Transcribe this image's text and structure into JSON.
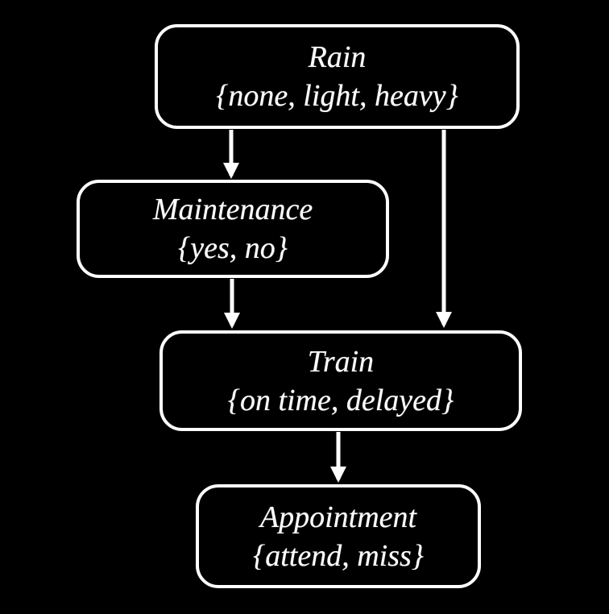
{
  "diagram": {
    "type": "bayesian-network",
    "colors": {
      "background": "#000000",
      "node_border": "#ffffff",
      "node_text": "#ffffff",
      "arrow": "#ffffff"
    },
    "nodes": [
      {
        "id": "rain",
        "name": "Rain",
        "values": "{none, light, heavy}"
      },
      {
        "id": "maintenance",
        "name": "Maintenance",
        "values": "{yes, no}"
      },
      {
        "id": "train",
        "name": "Train",
        "values": "{on time, delayed}"
      },
      {
        "id": "appointment",
        "name": "Appointment",
        "values": "{attend, miss}"
      }
    ],
    "edges": [
      {
        "from": "Rain",
        "to": "Maintenance"
      },
      {
        "from": "Rain",
        "to": "Train"
      },
      {
        "from": "Maintenance",
        "to": "Train"
      },
      {
        "from": "Train",
        "to": "Appointment"
      }
    ]
  }
}
